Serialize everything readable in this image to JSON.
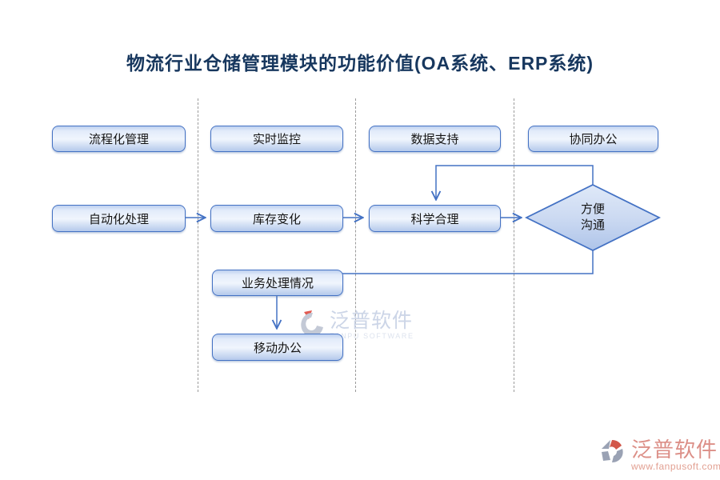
{
  "title": "物流行业仓储管理模块的功能价值(OA系统、ERP系统)",
  "colors": {
    "accent_blue": "#4472c4",
    "title_navy": "#17375e",
    "box_fill_top": "#bdd0ef",
    "box_fill_bottom": "#b4c9eb",
    "watermark_red": "#dc8f87",
    "watermark_gray": "#ccd5e7"
  },
  "nodes": {
    "process": "流程化管理",
    "monitor": "实时监控",
    "data": "数据支持",
    "office": "协同办公",
    "auto": "自动化处理",
    "inventory": "库存变化",
    "science": "科学合理",
    "business": "业务处理情况",
    "mobile": "移动办公"
  },
  "decision": {
    "line1": "方便",
    "line2": "沟通"
  },
  "watermark_center": {
    "brand": "泛普软件",
    "subtitle": "FANPU SOFTWARE"
  },
  "watermark_corner": {
    "brand": "泛普软件",
    "url": "www.fanpusoft.com"
  }
}
